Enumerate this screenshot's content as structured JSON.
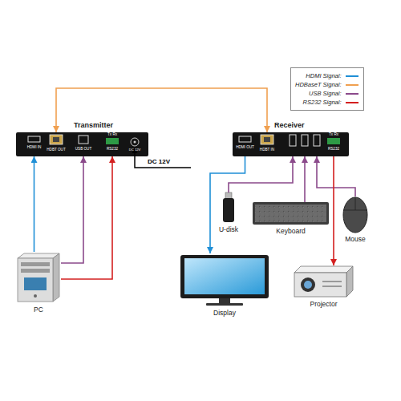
{
  "diagram": {
    "nodes": [
      {
        "text": [
          "Transmitter"
        ]
      },
      {
        "text": [
          "Receiver"
        ]
      },
      {
        "text": [
          "PC"
        ]
      },
      {
        "text": [
          "Display"
        ]
      },
      {
        "text": [
          "U-disk"
        ]
      },
      {
        "text": [
          "Keyboard"
        ]
      },
      {
        "text": [
          "Mouse"
        ]
      },
      {
        "text": [
          "Projector"
        ]
      }
    ],
    "edges": [
      {
        "from": 0,
        "to": 1,
        "arrow": "both"
      },
      {
        "from": 2,
        "to": 0,
        "arrow": "to"
      },
      {
        "from": 2,
        "to": 0,
        "arrow": "to"
      },
      {
        "from": 2,
        "to": 0,
        "arrow": "to"
      },
      {
        "from": 1,
        "to": 3,
        "arrow": "to"
      },
      {
        "from": 4,
        "to": 1,
        "arrow": "to"
      },
      {
        "from": 5,
        "to": 1,
        "arrow": "to"
      },
      {
        "from": 6,
        "to": 1,
        "arrow": "to"
      },
      {
        "from": 1,
        "to": 7,
        "arrow": "to"
      }
    ],
    "labels": [
      "HDMI IN",
      "HDBT OUT",
      "USB OUT",
      "Tx Rx",
      "RS232",
      "DC 12V",
      "DC 12V",
      "HDMI OUT",
      "HDBT IN",
      "Tx Rx",
      "RS232"
    ],
    "legend": [
      {
        "text": "HDMI Signal:",
        "color": "#1f8fd6"
      },
      {
        "text": "HDBaseT Signal:",
        "color": "#f0a050"
      },
      {
        "text": "USB Signal:",
        "color": "#8b4a8b"
      },
      {
        "text": "RS232 Signal:",
        "color": "#d42020"
      }
    ]
  }
}
